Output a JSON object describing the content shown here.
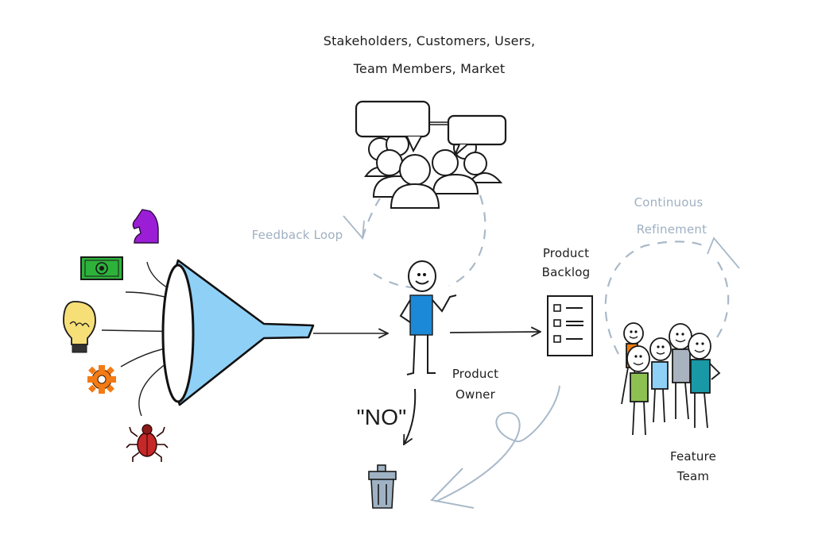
{
  "title": "Product Owner Backlog Management Flow",
  "labels": {
    "stakeholders_line1": "Stakeholders, Customers, Users,",
    "stakeholders_line2": "Team Members, Market",
    "feedback_loop": "Feedback Loop",
    "continuous_line1": "Continuous",
    "continuous_line2": "Refinement",
    "product_backlog_line1": "Product",
    "product_backlog_line2": "Backlog",
    "product_owner_line1": "Product",
    "product_owner_line2": "Owner",
    "no": "\"NO\"",
    "feature_team_line1": "Feature",
    "feature_team_line2": "Team"
  },
  "inputs": [
    {
      "name": "chess-knight-icon",
      "meaning": "strategy",
      "color": "#9b1ed6"
    },
    {
      "name": "money-bill-icon",
      "meaning": "funding",
      "color": "#2db33a"
    },
    {
      "name": "light-bulb-icon",
      "meaning": "ideas",
      "color": "#f7df78"
    },
    {
      "name": "gear-icon",
      "meaning": "technical",
      "color": "#f47a14"
    },
    {
      "name": "bug-icon",
      "meaning": "defects",
      "color": "#c62828"
    }
  ],
  "colors": {
    "funnel": "#8fd0f7",
    "owner_shirt": "#1c89d8",
    "loop_lines": "#a9b9c9",
    "trash": "#9fb2c4",
    "team_shirts": [
      "#f07d16",
      "#8cc152",
      "#8fd0f7",
      "#a8b3bf",
      "#1999a6"
    ]
  }
}
